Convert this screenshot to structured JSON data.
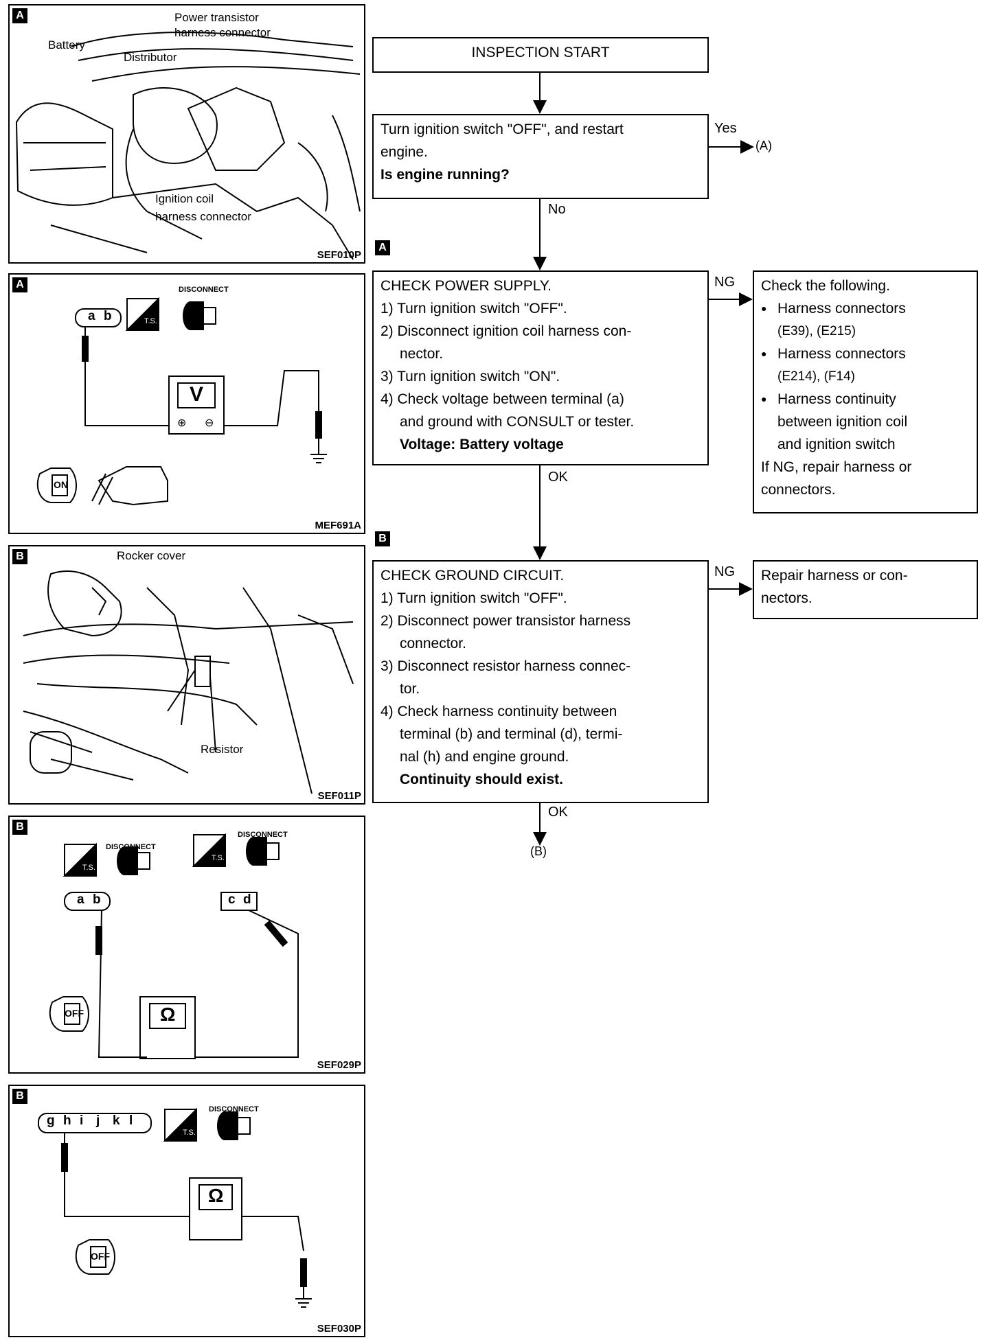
{
  "panels": [
    {
      "badge": "A",
      "code": "SEF010P",
      "labels": {
        "power_transistor": "Power transistor",
        "harness_connector": "harness connector",
        "battery": "Battery",
        "distributor": "Distributor",
        "ignition_coil": "Ignition coil",
        "ignition_coil_conn": "harness connector"
      }
    },
    {
      "badge": "A",
      "code": "MEF691A",
      "labels": {
        "terminals": [
          "a",
          "b"
        ],
        "disconnect": "DISCONNECT",
        "ts": "T.S.",
        "meter": "V",
        "plus": "⊕",
        "minus": "⊖",
        "key": "ON"
      }
    },
    {
      "badge": "B",
      "code": "SEF011P",
      "labels": {
        "rocker_cover": "Rocker cover",
        "resistor": "Resistor"
      }
    },
    {
      "badge": "B",
      "code": "SEF029P",
      "labels": {
        "terminals_ab": [
          "a",
          "b"
        ],
        "terminals_cd": [
          "c",
          "d"
        ],
        "disconnect": "DISCONNECT",
        "ts": "T.S.",
        "meter": "Ω",
        "key": "OFF"
      }
    },
    {
      "badge": "B",
      "code": "SEF030P",
      "labels": {
        "terminals": [
          "g",
          "h",
          "i",
          "j",
          "k",
          "l"
        ],
        "disconnect": "DISCONNECT",
        "ts": "T.S.",
        "meter": "Ω",
        "key": "OFF"
      }
    }
  ],
  "flow": {
    "start": "INSPECTION START",
    "q1": {
      "line1": "Turn ignition switch \"OFF\", and restart",
      "line2": "engine.",
      "question": "Is engine running?"
    },
    "yes": "Yes",
    "yes_target": "(A)",
    "no": "No",
    "step_a_badge": "A",
    "check_power": {
      "title": "CHECK POWER SUPPLY.",
      "steps": [
        "1) Turn ignition switch \"OFF\".",
        "2) Disconnect ignition coil harness con-",
        "nector.",
        "3) Turn ignition switch \"ON\".",
        "4) Check voltage between terminal (a)",
        "and ground with CONSULT or tester."
      ],
      "spec": "Voltage: Battery voltage"
    },
    "ng": "NG",
    "ok": "OK",
    "power_ng": {
      "title": "Check the following.",
      "items": [
        {
          "a": "Harness connectors",
          "b": "(E39), (E215)"
        },
        {
          "a": "Harness connectors",
          "b": "(E214), (F14)"
        },
        {
          "a": "Harness continuity",
          "b": "between ignition coil",
          "c": "and ignition switch"
        }
      ],
      "footer1": "If NG, repair harness or",
      "footer2": "connectors."
    },
    "step_b_badge": "B",
    "check_ground": {
      "title": "CHECK GROUND CIRCUIT.",
      "steps": [
        "1) Turn ignition switch \"OFF\".",
        "2) Disconnect power transistor harness",
        "connector.",
        "3) Disconnect resistor harness connec-",
        "tor.",
        "4) Check harness continuity between",
        "terminal  (b) and terminal (d), termi-",
        "nal (h) and engine ground."
      ],
      "spec": "Continuity should exist."
    },
    "ground_ng": {
      "line1": "Repair harness or con-",
      "line2": "nectors."
    },
    "end": "(B)"
  }
}
